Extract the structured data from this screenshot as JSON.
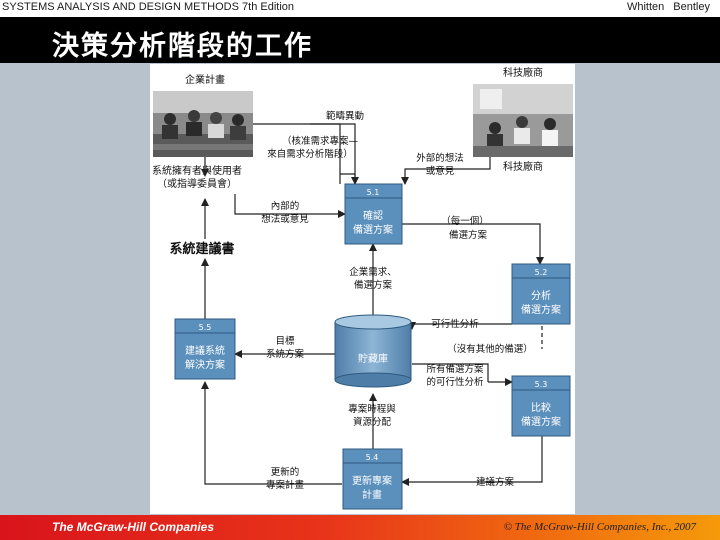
{
  "header": {
    "left": "SYSTEMS ANALYSIS AND DESIGN METHODS  7th Edition",
    "right": "Whitten  Bentley"
  },
  "slide": {
    "title": "決策分析階段的工作"
  },
  "diagram": {
    "photo_left_label": "企業計畫",
    "photo_right_label_top": "科技廠商",
    "photo_right_label_bottom": "科技廠商",
    "processes": [
      {
        "number": "5.1",
        "line1": "確認",
        "line2": "備選方案"
      },
      {
        "number": "5.2",
        "line1": "分析",
        "line2": "備選方案"
      },
      {
        "number": "5.3",
        "line1": "比較",
        "line2": "備選方案"
      },
      {
        "number": "5.4",
        "line1": "更新專案",
        "line2": "計畫"
      },
      {
        "number": "5.5",
        "line1": "建議系統",
        "line2": "解決方案"
      }
    ],
    "datastore": "貯藏庫",
    "external_left_line1": "系統擁有者與使用者",
    "external_left_line2": "（或指導委員會）",
    "system_proposal": "系統建議書",
    "labels": {
      "scope_change": "範疇異動",
      "approved_req_1": "（核准需求專案—",
      "approved_req_2": "來自需求分析階段）",
      "internal_1": "內部的",
      "internal_2": "想法或意見",
      "external_1": "外部的想法",
      "external_2": "或意見",
      "each_1": "（每一個）",
      "each_2": "備選方案",
      "biz_req_1": "企業需求、",
      "biz_req_2": "備選方案",
      "feasibility": "可行性分析",
      "no_other": "（沒有其他的備選）",
      "all_alt_1": "所有備選方案",
      "all_alt_2": "的可行性分析",
      "target_1": "目標",
      "target_2": "系統方案",
      "schedule_1": "專案時程與",
      "schedule_2": "資源分配",
      "updated_1": "更新的",
      "updated_2": "專案計畫",
      "recommend": "建議方案"
    }
  },
  "footer": {
    "logo": "The McGraw-Hill Companies",
    "copyright": "© The McGraw-Hill Companies, Inc., 2007"
  },
  "colors": {
    "process_fill": "#5b8fbc",
    "title_bg": "#000000",
    "footer_red": "#d9141b"
  }
}
